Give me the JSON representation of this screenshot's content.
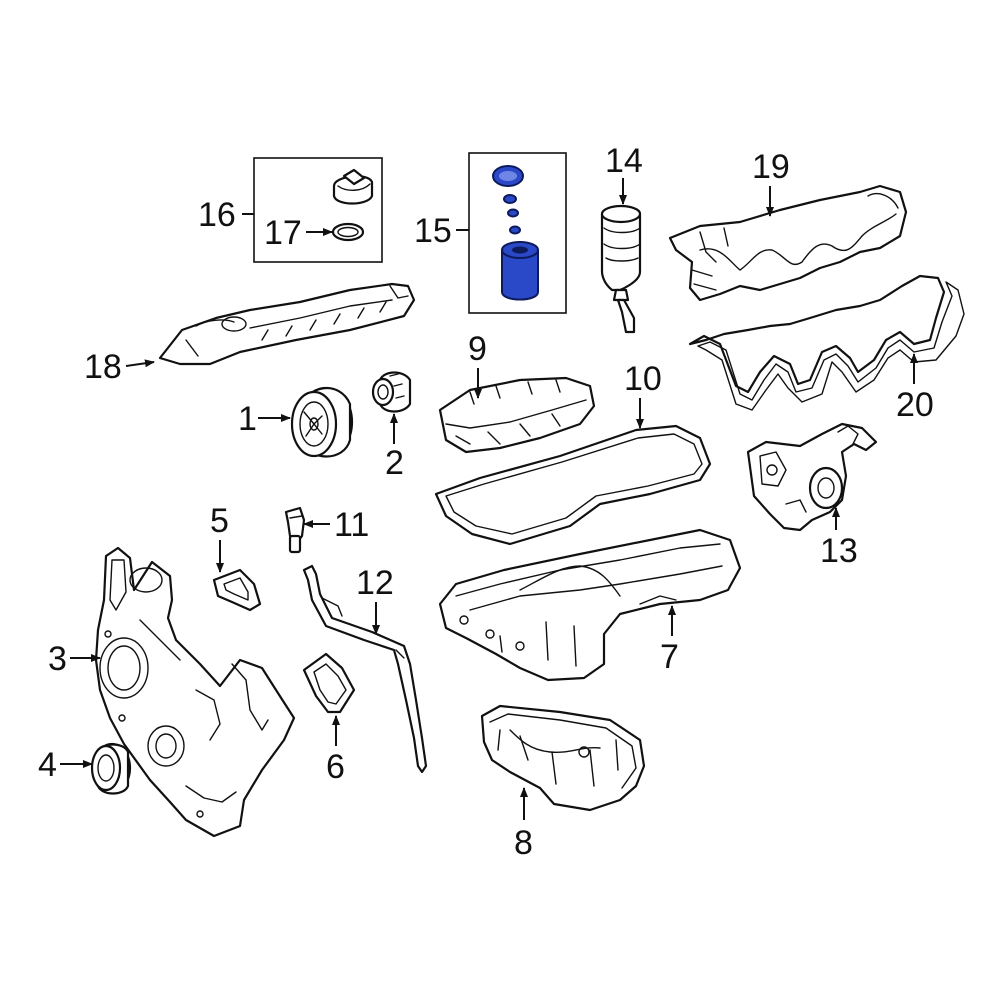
{
  "callouts": {
    "c1": "1",
    "c2": "2",
    "c3": "3",
    "c4": "4",
    "c5": "5",
    "c6": "6",
    "c7": "7",
    "c8": "8",
    "c9": "9",
    "c10": "10",
    "c11": "11",
    "c12": "12",
    "c13": "13",
    "c14": "14",
    "c15": "15",
    "c16": "16",
    "c17": "17",
    "c18": "18",
    "c19": "19",
    "c20": "20"
  },
  "colors": {
    "line": "#111111",
    "highlight_part": "#2a49c8",
    "background": "#ffffff"
  },
  "highlighted_part": "15"
}
